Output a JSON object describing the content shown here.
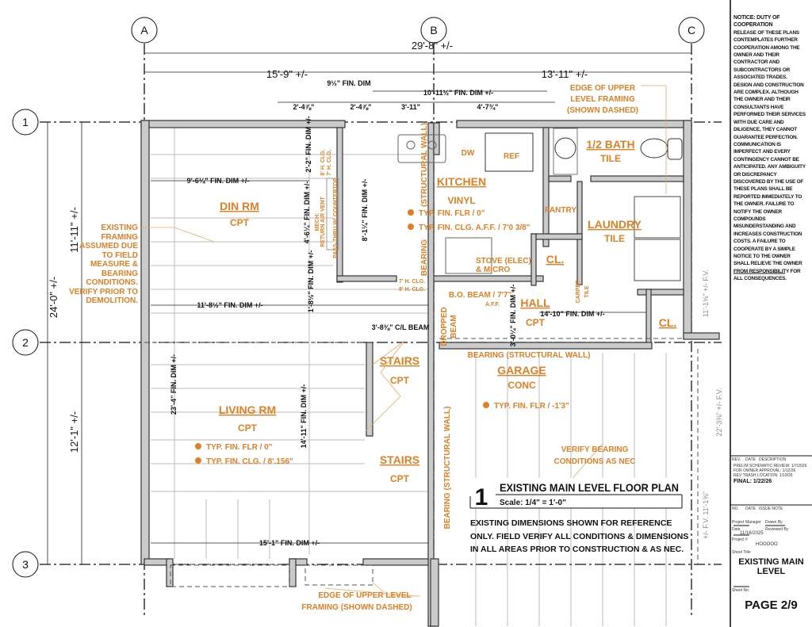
{
  "grid": {
    "columns": [
      "A",
      "B",
      "C"
    ],
    "rows": [
      "1",
      "2",
      "3"
    ]
  },
  "dims": {
    "overall": "29'-8\" +/-",
    "left_span": "15'-9\" +/-",
    "right_span": "13'-11\" +/-",
    "d_9_5": "9½\" FIN. DIM",
    "d_10_11": "10'-11½\" FIN. DIM +/-",
    "d_2_4a": "2'-4⅞\"",
    "d_2_4b": "2'-4⅞\"",
    "d_3_11": "3'-11\"",
    "d_4_7": "4'-7¾\"",
    "d_2_2": "2'-2\" FIN. DIM +/-",
    "d_9_6": "9'-6¼\" FIN. DIM +/-",
    "d_4_6": "4'-6¼\" FIN. DIM +/-",
    "d_8_1": "8'-1¼\" FIN. DIM +/-",
    "d_1_8": "1'-8½\" FIN. DIM +/-",
    "d_11_8": "11'-8½\" FIN. DIM +/-",
    "d_3_8": "3'-8⅜\" C/L BEAM",
    "d_3_0": "3'-0¼\" FIN. DIM +/-",
    "d_14_10": "14'-10\" FIN. DIM +/-",
    "d_23_4": "23'-4\" FIN. DIM +/-",
    "d_14_11": "14'-11\" FIN. DIM +/-",
    "d_15_1": "15'-1\" FIN. DIM +/-",
    "v_11_11": "11'-11\" +/-",
    "v_24_0": "24'-0\" +/-",
    "v_12_1": "12'-1\" +/-",
    "fv_11_1_top": "11'-1⅝\" +/- F.V.",
    "fv_22_3": "22'-3⅜\" +/- F.V.",
    "fv_11_1_bot": "+/- F.V. 11'-1⅝\""
  },
  "rooms": {
    "din": {
      "name": "DIN RM",
      "finish": "CPT"
    },
    "kitchen": {
      "name": "KITCHEN",
      "finish": "VINYL",
      "flr": "TYP. FIN. FLR / 0\"",
      "clg": "TYP. FIN. CLG. A.F.F. / 7'0 3/8\""
    },
    "bath": {
      "name": "1/2 BATH",
      "finish": "TILE"
    },
    "pantry": {
      "name": "PANTRY"
    },
    "laundry": {
      "name": "LAUNDRY",
      "finish": "TILE"
    },
    "cl1": {
      "name": "CL."
    },
    "cl2": {
      "name": "CL."
    },
    "hall": {
      "name": "HALL",
      "finish": "CPT"
    },
    "stairs1": {
      "name": "STAIRS",
      "finish": "CPT"
    },
    "stairs2": {
      "name": "STAIRS",
      "finish": "CPT"
    },
    "garage": {
      "name": "GARAGE",
      "finish": "CONC",
      "flr": "TYP. FIN. FLR / -1'3\""
    },
    "living": {
      "name": "LIVING RM",
      "finish": "CPT",
      "flr": "TYP. FIN. FLR / 0\"",
      "clg": "TYP. FIN. CLG. / 8'.156\""
    }
  },
  "labels": {
    "dw": "DW",
    "ref": "REF",
    "stove1": "STOVE (ELEC)",
    "stove2": "& MICRO",
    "clg7": "7' H. CLG.",
    "clg8": "8' H. CLG.",
    "bobeam": "B.O. BEAM / 7'7\"",
    "aff": "A.F.F.",
    "dropped": "DROPPED",
    "beam": "BEAM",
    "carpet": "CARPET",
    "tile": "TILE",
    "structural_wall": "(STRUCTURAL WALL)",
    "bearing": "BEARING",
    "bearing_wall_h": "BEARING (STRUCTURAL WALL)",
    "bearing_wall_v": "BEARING (STRUCTURAL WALL)",
    "mech": "MECH:",
    "return_air": "RETURN AIR VENT",
    "pass_8": "8' H. CLG.",
    "pass_7": "7' H. CLG.",
    "pass_thru": "PASS-THRU W/ COUNTERTOP",
    "verify1": "VERIFY BEARING",
    "verify2": "CONDITIONS AS NEC",
    "upper_top": [
      "EDGE OF UPPER",
      "LEVEL FRAMING",
      "(SHOWN DASHED)"
    ],
    "upper_bottom": [
      "EDGE OF UPPER LEVEL",
      "FRAMING (SHOWN DASHED)"
    ],
    "existing_note": [
      "EXISTING",
      "FRAMING",
      "ASSUMED DUE",
      "TO FIELD",
      "MEASURE &",
      "BEARING",
      "CONDITIONS.",
      "VERIFY PRIOR TO",
      "DEMOLITION."
    ]
  },
  "title": {
    "number": "1",
    "name": "EXISTING MAIN LEVEL FLOOR PLAN",
    "scale": "Scale: 1/4\" = 1'-0\"",
    "note": "EXISTING DIMENSIONS SHOWN FOR REFERENCE ONLY.  FIELD VERIFY ALL CONDITIONS & DIMENSIONS IN ALL AREAS PRIOR TO CONSTRUCTION & AS NEC."
  },
  "notice": {
    "heading": "NOTICE:  DUTY OF COOPERATION",
    "body": "RELEASE OF THESE PLANS CONTEMPLATES FURTHER COOPERATION AMONG THE OWNER AND THEIR CONTRACTOR AND SUBCONTRACTORS OR ASSOCIATED TRADES.  DESIGN AND CONSTRUCTION ARE COMPLEX.  ALTHOUGH THE OWNER AND THEIR CONSULTANTS HAVE PERFORMED THEIR SERVICES WITH DUE CARE AND DILIGENCE, THEY CANNOT GUARANTEE PERFECTION. COMMUNICATION IS IMPERFECT AND EVERY CONTINGENCY CANNOT BE ANTICIPATED.  ANY AMBIGUITY OR DISCREPANCY DISCOVERED BY THE USE OF THESE PLANS SHALL BE REPORTED IMMEDIATELY TO THE OWNER. FAILURE TO NOTIFY THE OWNER COMPOUNDS MISUNDERSTANDING AND INCREASES CONSTRUCTION COSTS.  A FAILURE TO COOPERATE BY A SIMPLE NOTICE TO THE OWNER SHALL RELIEVE THE OWNER FROM RESPONSIBILITY FOR ALL CONSEQUENCES."
  },
  "titleblock": {
    "rev_headers": [
      "REV.",
      "DATE",
      "DESCRIPTION"
    ],
    "revisions": [
      "PRELIM SCHEMATIC REVIEW: 1/7/2026",
      "FOR OWNER APPROVAL: 1/12/26",
      "REV TRASH LOCATION: 1/19/26"
    ],
    "final": "FINAL:  1/22/26",
    "issue_headers": [
      "NO.",
      "DATE",
      "ISSUE NOTE"
    ],
    "project_manager": "Project Manager",
    "drawn_by": "Drawn By",
    "date_label": "Date",
    "reviewed_by": "Reviewed By",
    "date": "11/16/2025",
    "project_label": "Project #",
    "project_no": "HOOOOO",
    "sheet_title_label": "Sheet Title",
    "sheet_title": "EXISTING MAIN LEVEL",
    "sheet_no_label": "Sheet No.",
    "page": "PAGE 2/9"
  }
}
